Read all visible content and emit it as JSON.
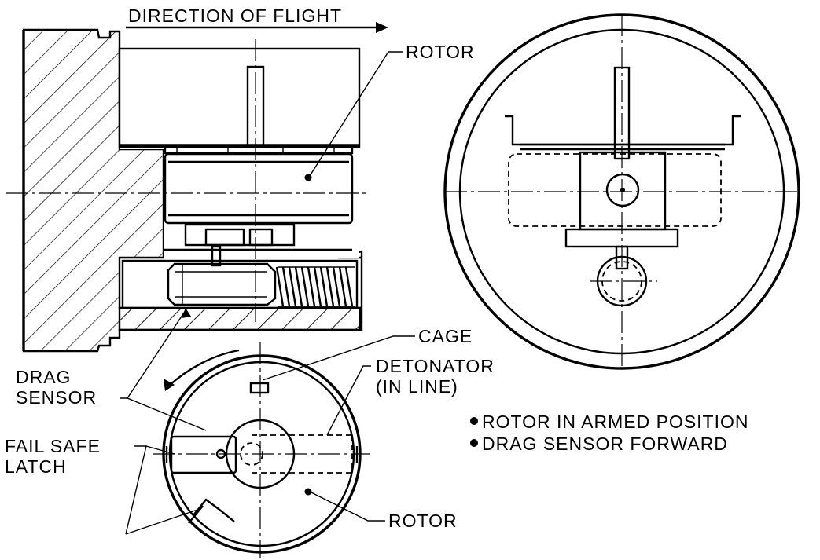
{
  "labels": {
    "direction_of_flight": "DIRECTION OF FLIGHT",
    "rotor_top": "ROTOR",
    "cage": "CAGE",
    "detonator": "DETONATOR",
    "in_line": "(IN LINE)",
    "drag": "DRAG",
    "sensor": "SENSOR",
    "fail_safe": "FAIL SAFE",
    "latch": "LATCH",
    "rotor_bottom": "ROTOR"
  },
  "notes": [
    "ROTOR  IN ARMED POSITION",
    "DRAG SENSOR FORWARD"
  ],
  "colors": {
    "ink": "#000000",
    "background": "#ffffff"
  }
}
